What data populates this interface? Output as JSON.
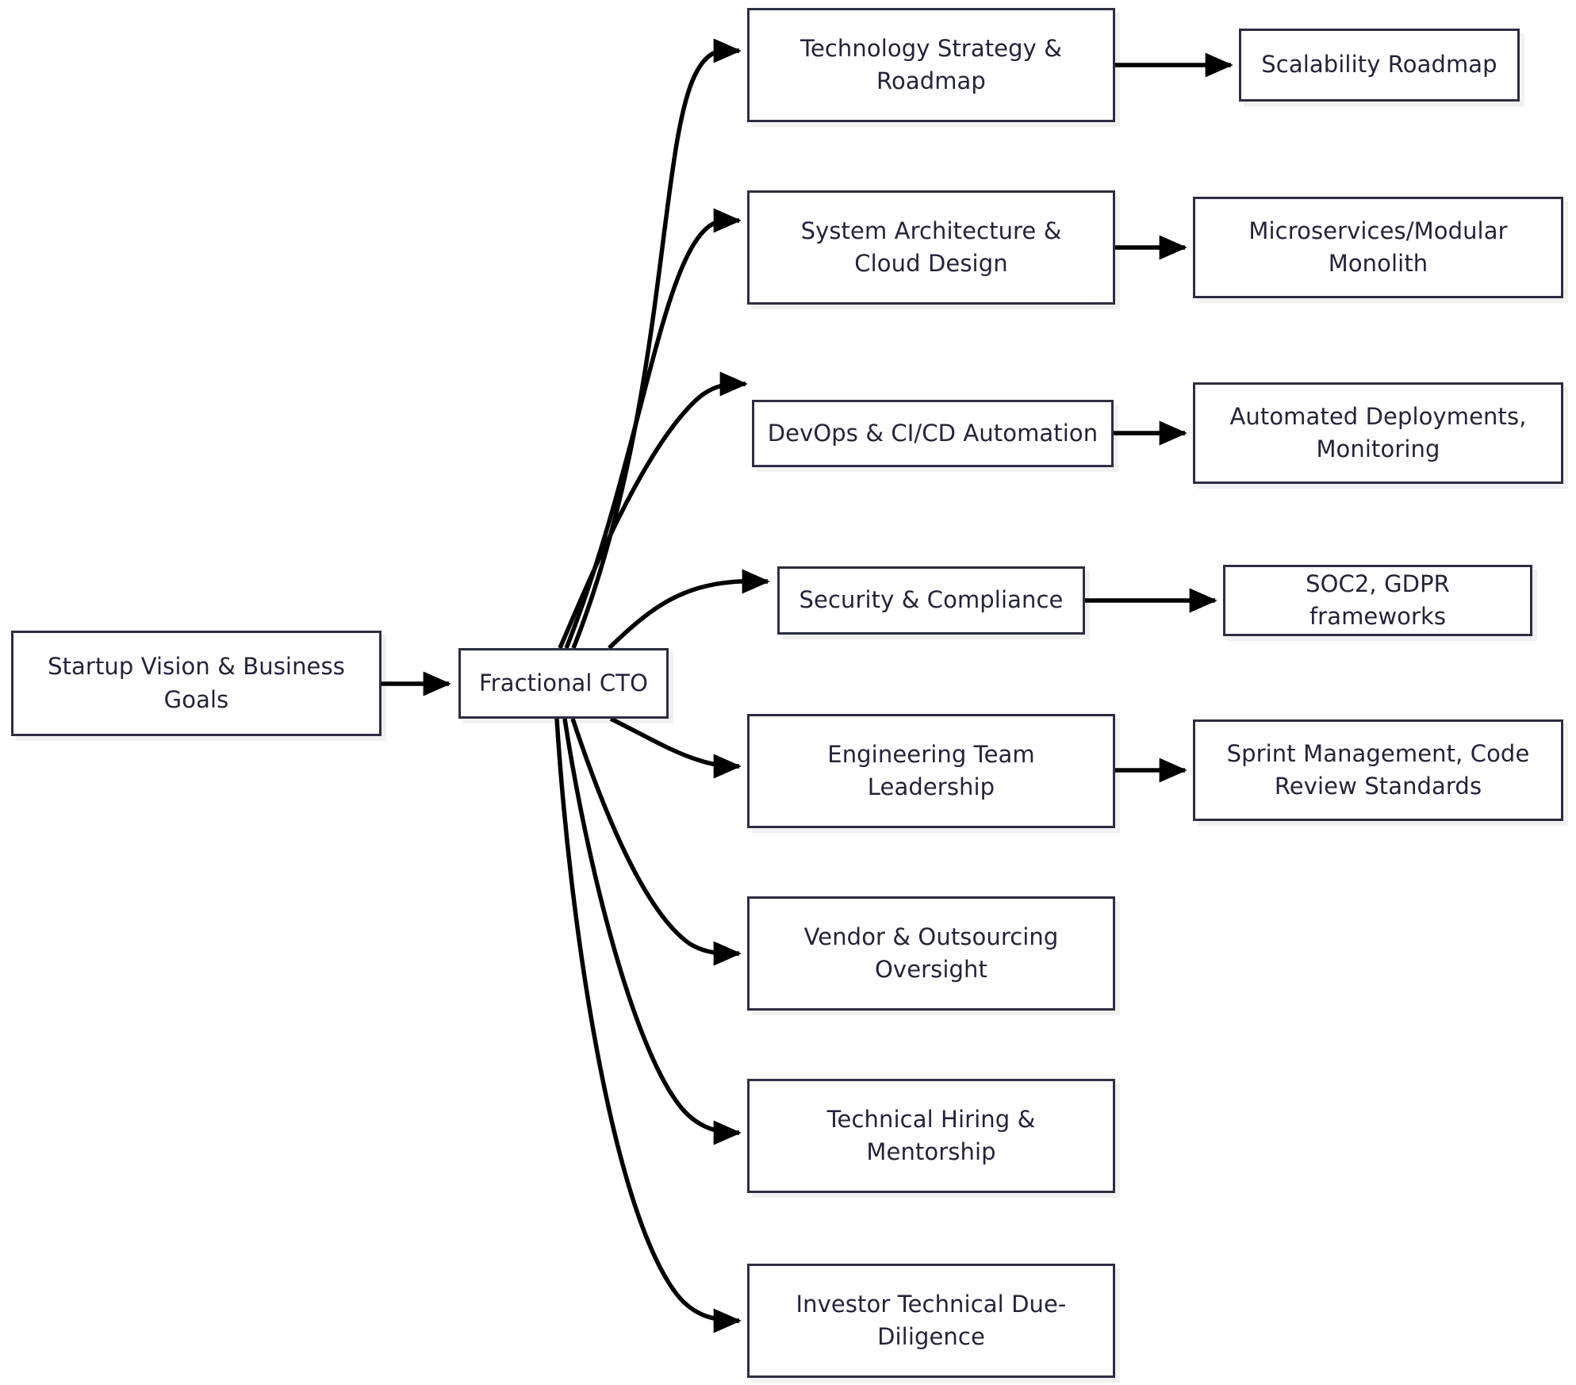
{
  "diagram": {
    "title": "Fractional CTO Responsibilities Flowchart",
    "orientation": "left-to-right",
    "colors": {
      "node_border": "#2d2d44",
      "node_fill": "#ffffff",
      "text": "#23233b",
      "edge": "#000000",
      "background": "#ffffff"
    },
    "nodes": {
      "start": {
        "label": "Startup Vision & Business\nGoals"
      },
      "hub": {
        "label": "Fractional CTO"
      },
      "branches": [
        {
          "id": "tech-strategy",
          "label": "Technology Strategy &\nRoadmap"
        },
        {
          "id": "system-architecture",
          "label": "System Architecture &\nCloud Design"
        },
        {
          "id": "devops-cicd",
          "label": "DevOps & CI/CD Automation"
        },
        {
          "id": "security-compliance",
          "label": "Security & Compliance"
        },
        {
          "id": "eng-team-leadership",
          "label": "Engineering Team\nLeadership"
        },
        {
          "id": "vendor-oversight",
          "label": "Vendor & Outsourcing\nOversight"
        },
        {
          "id": "technical-hiring",
          "label": "Technical Hiring &\nMentorship"
        },
        {
          "id": "investor-dd",
          "label": "Investor Technical Due-\nDiligence"
        }
      ],
      "outcomes": [
        {
          "id": "scalability-roadmap",
          "label": "Scalability Roadmap"
        },
        {
          "id": "microservices",
          "label": "Microservices/Modular\nMonolith"
        },
        {
          "id": "automated-deployments",
          "label": "Automated Deployments,\nMonitoring"
        },
        {
          "id": "soc2-gdpr",
          "label": "SOC2, GDPR frameworks"
        },
        {
          "id": "sprint-management",
          "label": "Sprint Management, Code\nReview Standards"
        }
      ]
    },
    "edges": [
      {
        "from": "start",
        "to": "hub"
      },
      {
        "from": "hub",
        "to": "tech-strategy"
      },
      {
        "from": "hub",
        "to": "system-architecture"
      },
      {
        "from": "hub",
        "to": "devops-cicd"
      },
      {
        "from": "hub",
        "to": "security-compliance"
      },
      {
        "from": "hub",
        "to": "eng-team-leadership"
      },
      {
        "from": "hub",
        "to": "vendor-oversight"
      },
      {
        "from": "hub",
        "to": "technical-hiring"
      },
      {
        "from": "hub",
        "to": "investor-dd"
      },
      {
        "from": "tech-strategy",
        "to": "scalability-roadmap"
      },
      {
        "from": "system-architecture",
        "to": "microservices"
      },
      {
        "from": "devops-cicd",
        "to": "automated-deployments"
      },
      {
        "from": "security-compliance",
        "to": "soc2-gdpr"
      },
      {
        "from": "eng-team-leadership",
        "to": "sprint-management"
      }
    ]
  }
}
